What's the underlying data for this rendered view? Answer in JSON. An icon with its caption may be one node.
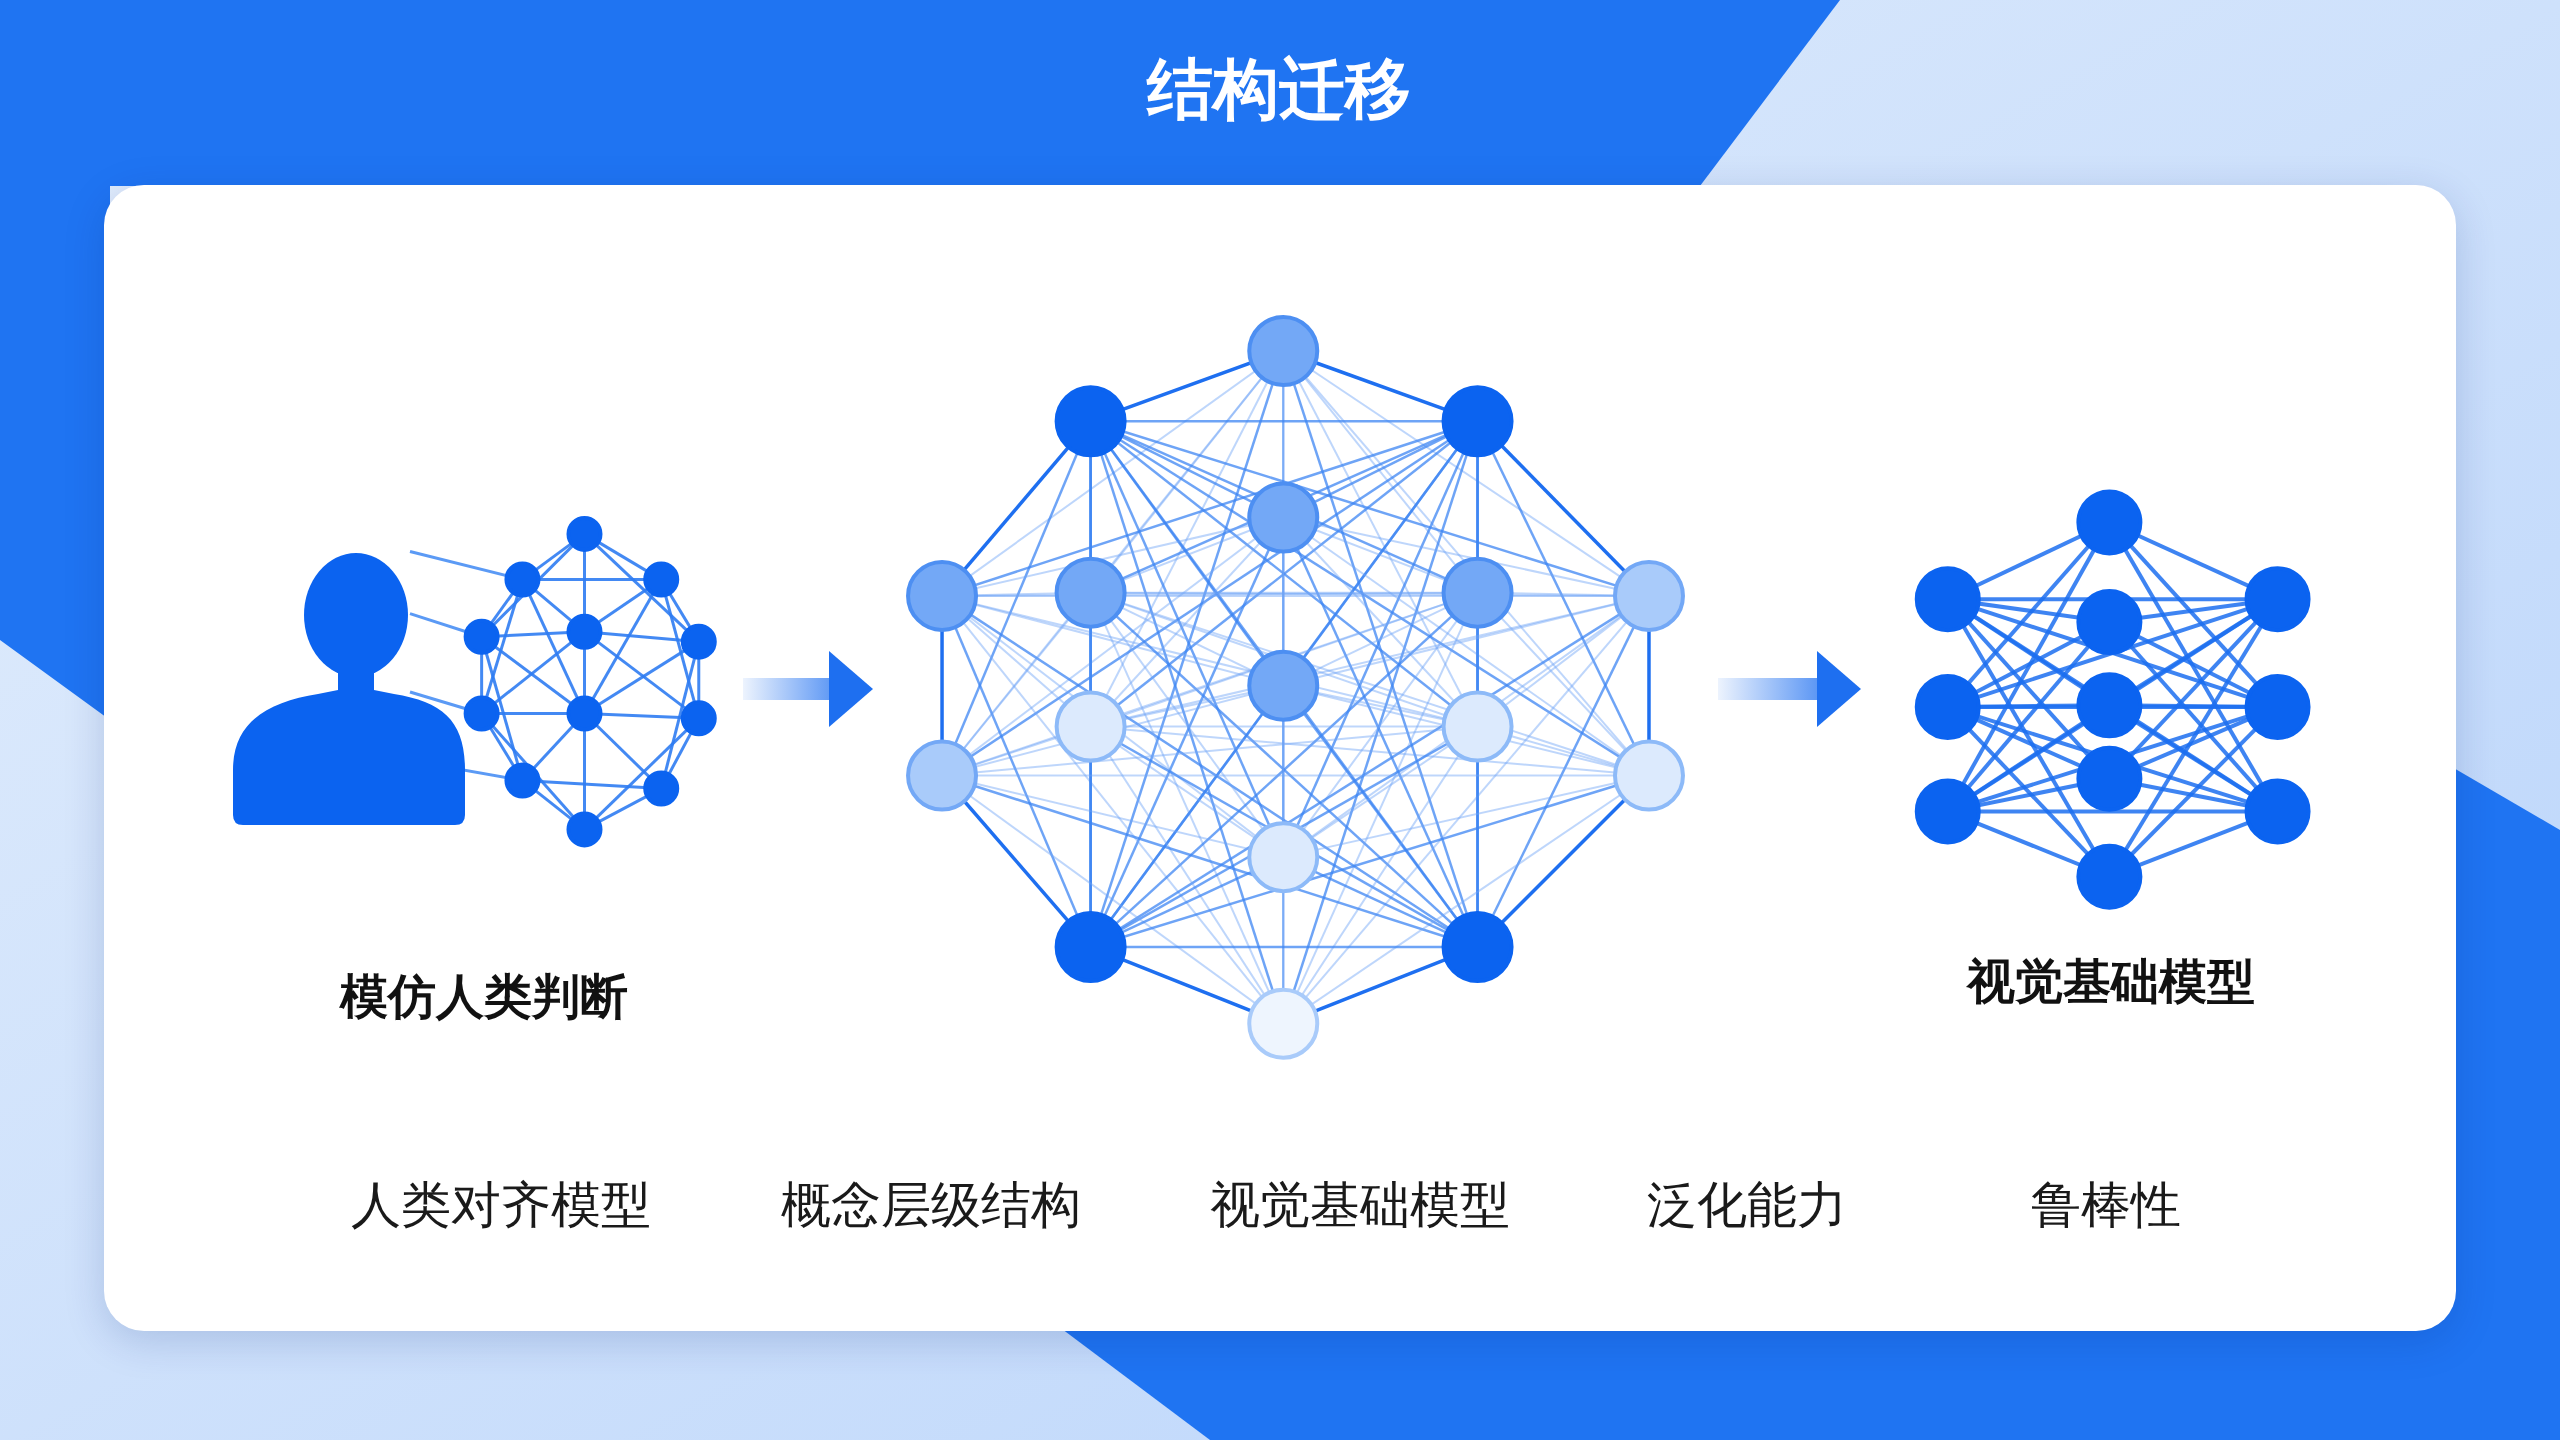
{
  "diagram": {
    "title": "结构迁移",
    "nodes": [
      {
        "text": [
          "模仿人类判断"
        ]
      },
      {
        "text": [],
        "shape": "picture"
      },
      {
        "text": [
          "视觉基础模型"
        ]
      }
    ],
    "edges": [
      {
        "from": 0,
        "to": 1,
        "arrow": "to"
      },
      {
        "from": 1,
        "to": 2,
        "arrow": "to"
      }
    ],
    "labels": [
      "人类对齐模型",
      "概念层级结构",
      "视觉基础模型",
      "泛化能力",
      "鲁棒性"
    ]
  }
}
